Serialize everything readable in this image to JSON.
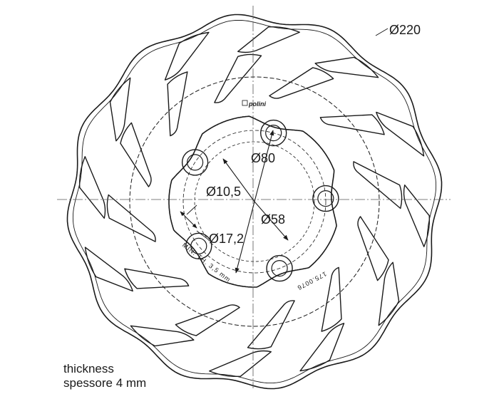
{
  "dimensions": {
    "outer_diameter": "Ø220",
    "pcd": "Ø80",
    "inner_diameter": "Ø58",
    "hole_diameter": "Ø10,5",
    "hole_outer": "Ø17,2"
  },
  "engravings": {
    "min_thickness": "MIN. TH. 3,5 mm",
    "part_number": "175.0076",
    "logo": "polini"
  },
  "notes": {
    "thickness_en": "thickness",
    "thickness_it": "spessore 4 mm"
  }
}
